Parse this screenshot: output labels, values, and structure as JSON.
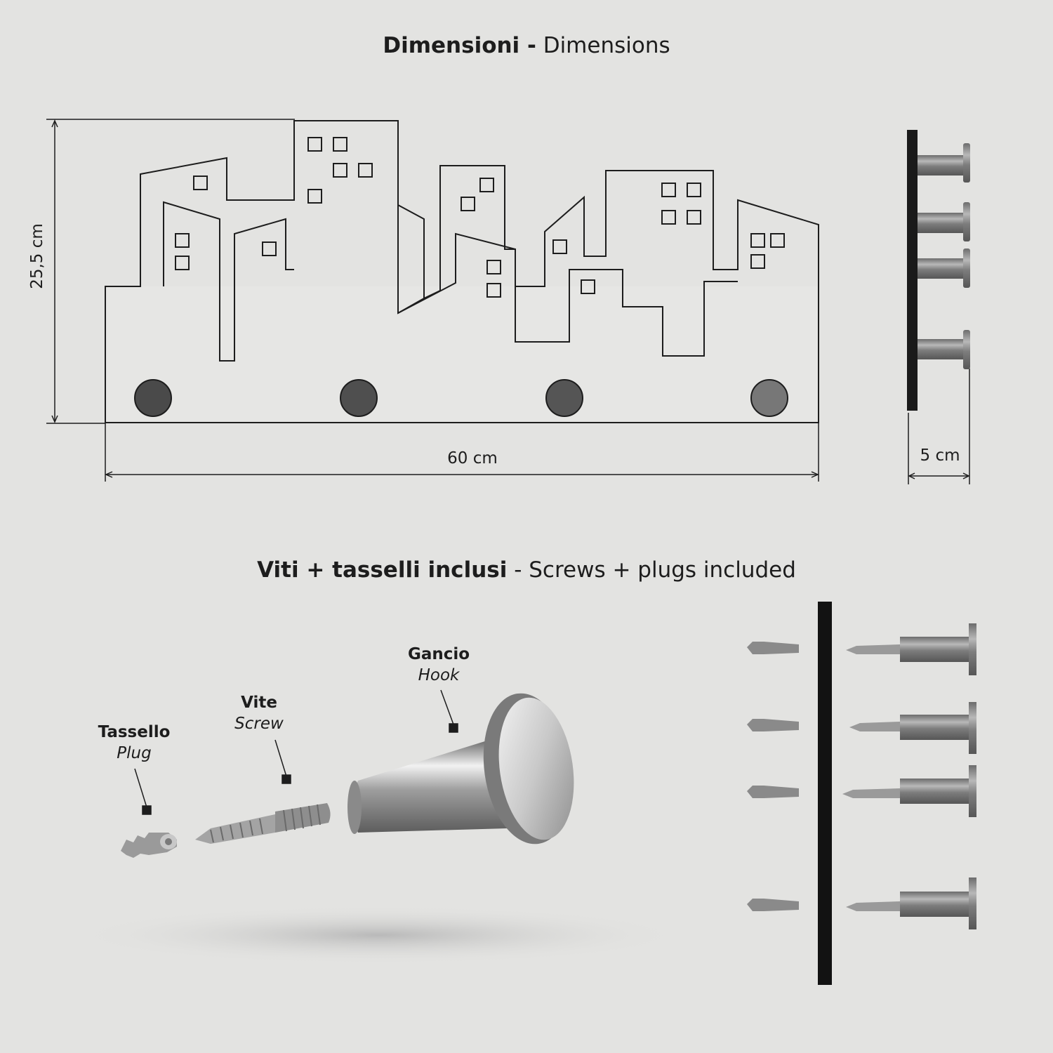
{
  "headings": {
    "dimensions_it": "Dimensioni -",
    "dimensions_en": "Dimensions",
    "kit_it": "Viti + tasselli inclusi",
    "kit_en": "- Screws + plugs included"
  },
  "dimensions": {
    "height": "25,5 cm",
    "width": "60 cm",
    "depth": "5 cm"
  },
  "parts": {
    "hook": {
      "it": "Gancio",
      "en": "Hook"
    },
    "screw": {
      "it": "Vite",
      "en": "Screw"
    },
    "plug": {
      "it": "Tassello",
      "en": "Plug"
    }
  },
  "colors": {
    "background": "#e3e3e1",
    "line": "#1d1d1d",
    "knob": "#555555",
    "metal": "#8a8a8a"
  }
}
